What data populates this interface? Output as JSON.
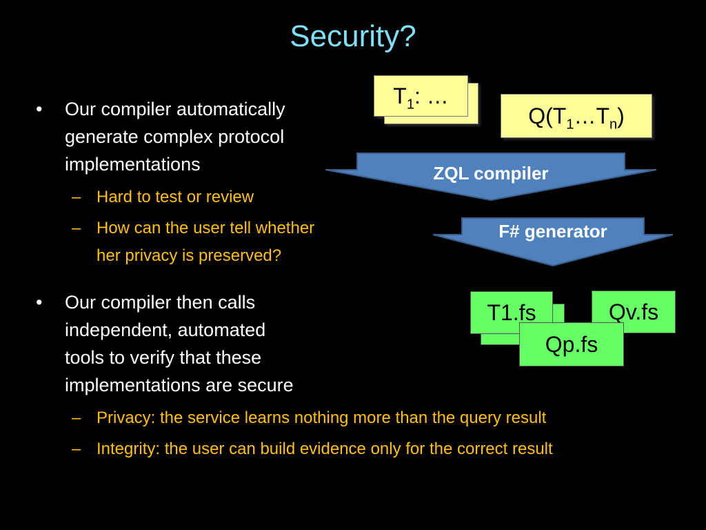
{
  "slide": {
    "title": "Security?",
    "bullets": [
      {
        "lines": [
          "Our compiler automatically",
          "generate complex protocol",
          "implementations"
        ],
        "subs": [
          {
            "lines": [
              "Hard to test or review"
            ]
          },
          {
            "lines": [
              "How can the user tell whether",
              "her privacy is preserved?"
            ]
          }
        ]
      },
      {
        "lines": [
          "Our compiler then calls",
          "independent, automated",
          "tools to verify that these",
          "implementations are secure"
        ],
        "subs": [
          {
            "lines": [
              "Privacy: the service learns nothing more than the query result"
            ]
          },
          {
            "lines": [
              "Integrity: the user can build evidence only for the correct result"
            ]
          }
        ]
      }
    ],
    "bullet_glyph": "•",
    "dash_glyph": "–"
  },
  "diagram": {
    "t1_box": {
      "main": "T",
      "sub": "1",
      "rest": ": …"
    },
    "q_box": {
      "prefix": "Q(T",
      "sub1": "1",
      "mid": "…T",
      "sub2": "n",
      "suffix": ")"
    },
    "zql_label": "ZQL compiler",
    "fsharp_label": "F# generator",
    "files": {
      "t1": "T1.fs",
      "qv": "Qv.fs",
      "qp": "Qp.fs"
    }
  },
  "colors": {
    "title": "#7fe0f5",
    "sub_bullet": "#ffc000",
    "box_yellow": "#ffff99",
    "box_green": "#66ff66",
    "arrow_fill": "#4f81bd"
  }
}
